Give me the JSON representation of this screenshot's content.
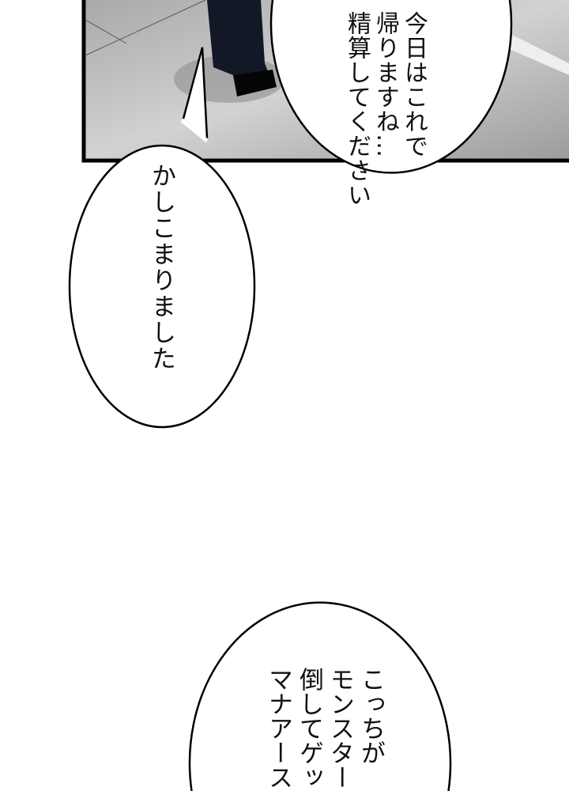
{
  "panel": {
    "floor_color": "#b9b9b9",
    "border_color": "#000000"
  },
  "bubbles": [
    {
      "lines": [
        "今日はこれで",
        "帰りますね…",
        "精算してください"
      ]
    },
    {
      "lines": [
        "かしこまりました"
      ]
    },
    {
      "lines": [
        "こっちが",
        "モンスター",
        "倒してゲッ",
        "マナアース"
      ]
    }
  ]
}
